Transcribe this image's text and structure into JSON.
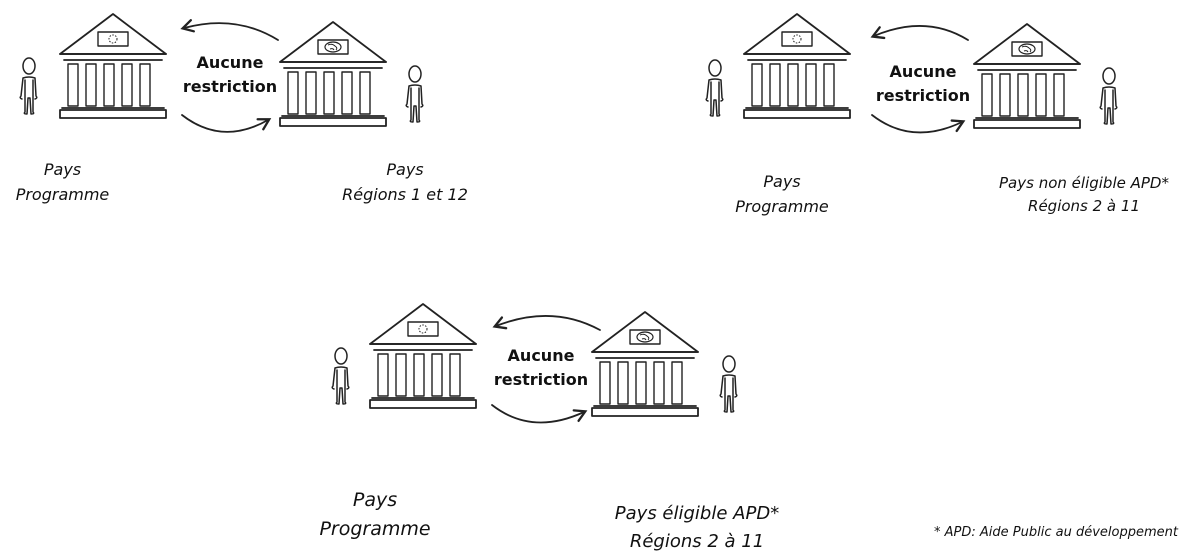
{
  "panels": [
    {
      "restriction": [
        "Aucune",
        "restriction"
      ],
      "left_label": [
        "Pays",
        "Programme"
      ],
      "right_label": [
        "Pays",
        "Régions 1 et 12"
      ]
    },
    {
      "restriction": [
        "Aucune",
        "restriction"
      ],
      "left_label": [
        "Pays",
        "Programme"
      ],
      "right_label": [
        "Pays non éligible APD*",
        "Régions 2 à 11"
      ]
    },
    {
      "restriction": [
        "Aucune",
        "restriction"
      ],
      "left_label": [
        "Pays",
        "Programme"
      ],
      "right_label": [
        "Pays éligible APD*",
        "Régions 2 à 11"
      ]
    }
  ],
  "footnote": "* APD: Aide Public au développement"
}
